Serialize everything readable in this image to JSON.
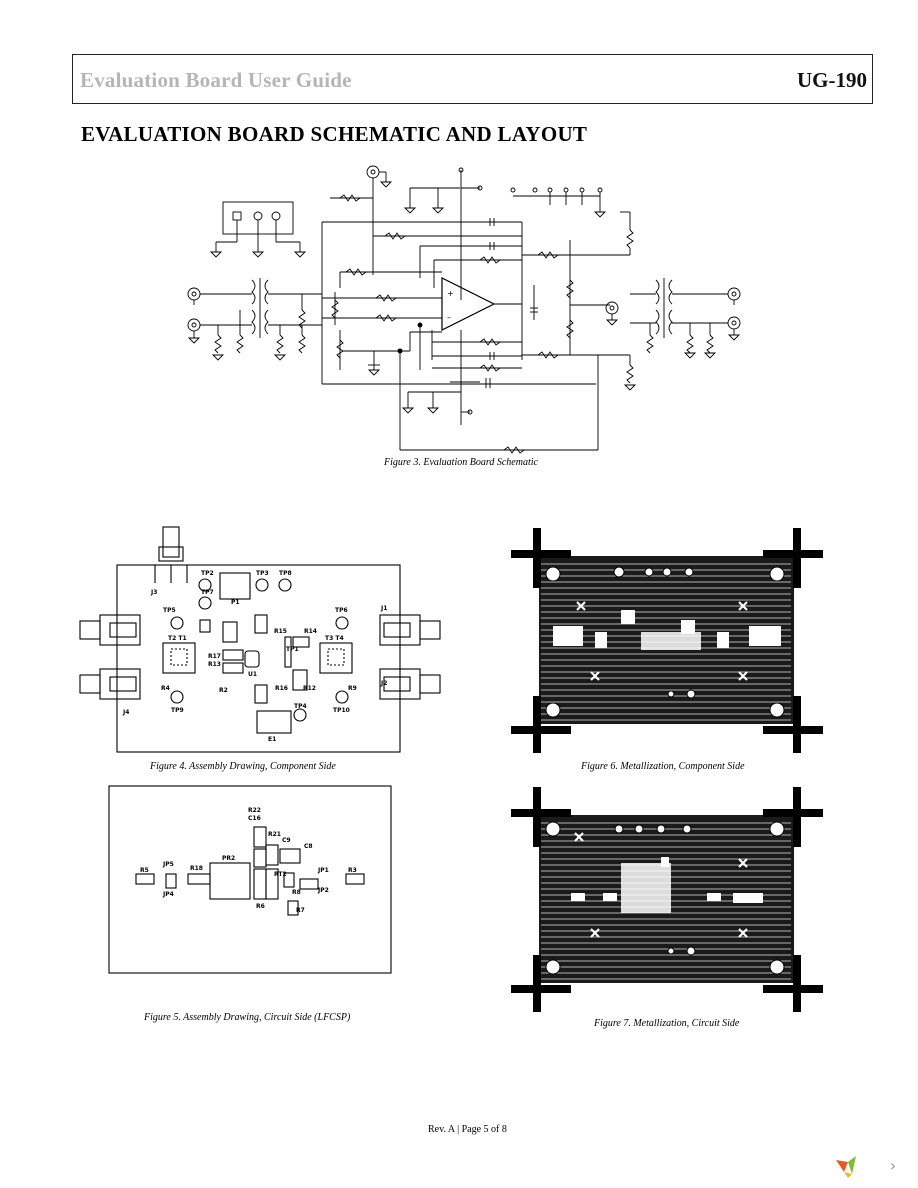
{
  "header": {
    "title": "Evaluation Board User Guide",
    "doc_number": "UG-190"
  },
  "section": {
    "heading": "EVALUATION BOARD SCHEMATIC AND LAYOUT"
  },
  "figures": {
    "fig3_caption": "Figure 3. Evaluation Board Schematic",
    "fig4_caption": "Figure 4. Assembly Drawing, Component Side",
    "fig5_caption": "Figure 5. Assembly Drawing, Circuit Side (LFCSP)",
    "fig6_caption": "Figure 6. Metallization, Component Side",
    "fig7_caption": "Figure 7. Metallization, Circuit Side"
  },
  "assembly_component_labels": {
    "j3": "J3",
    "tp2": "TP2",
    "tp3": "TP3",
    "tp8": "TP8",
    "tp7": "TP7",
    "p1": "P1",
    "tp5": "TP5",
    "tp6": "TP6",
    "j1": "J1",
    "t2t1": "T2 T1",
    "t3t4": "T3 T4",
    "r15": "R15",
    "r14": "R14",
    "tp1": "TP1",
    "r17": "R17",
    "r13": "R13",
    "u1": "U1",
    "j2": "J2",
    "j4": "J4",
    "r4": "R4",
    "tp9": "TP9",
    "r16": "R16",
    "r12": "R12",
    "r9": "R9",
    "tp10": "TP10",
    "tp4": "TP4",
    "e1": "E1",
    "r2": "R2"
  },
  "assembly_circuit_labels": {
    "r5": "R5",
    "jp5": "JP5",
    "jp4": "JP4",
    "r18": "R18",
    "pr2": "PR2",
    "jp1": "JP1",
    "jp2": "JP2",
    "r7": "R7",
    "r8": "R8",
    "r3": "R3",
    "r6": "R6",
    "r22": "R22",
    "c16": "C16",
    "r21": "R21",
    "c9": "C9",
    "c8": "C8",
    "rt2": "RT2"
  },
  "footer": {
    "text": "Rev. A | Page 5 of 8"
  },
  "viewer": {
    "next_icon": "chevron-right-icon",
    "next_glyph": "›"
  }
}
